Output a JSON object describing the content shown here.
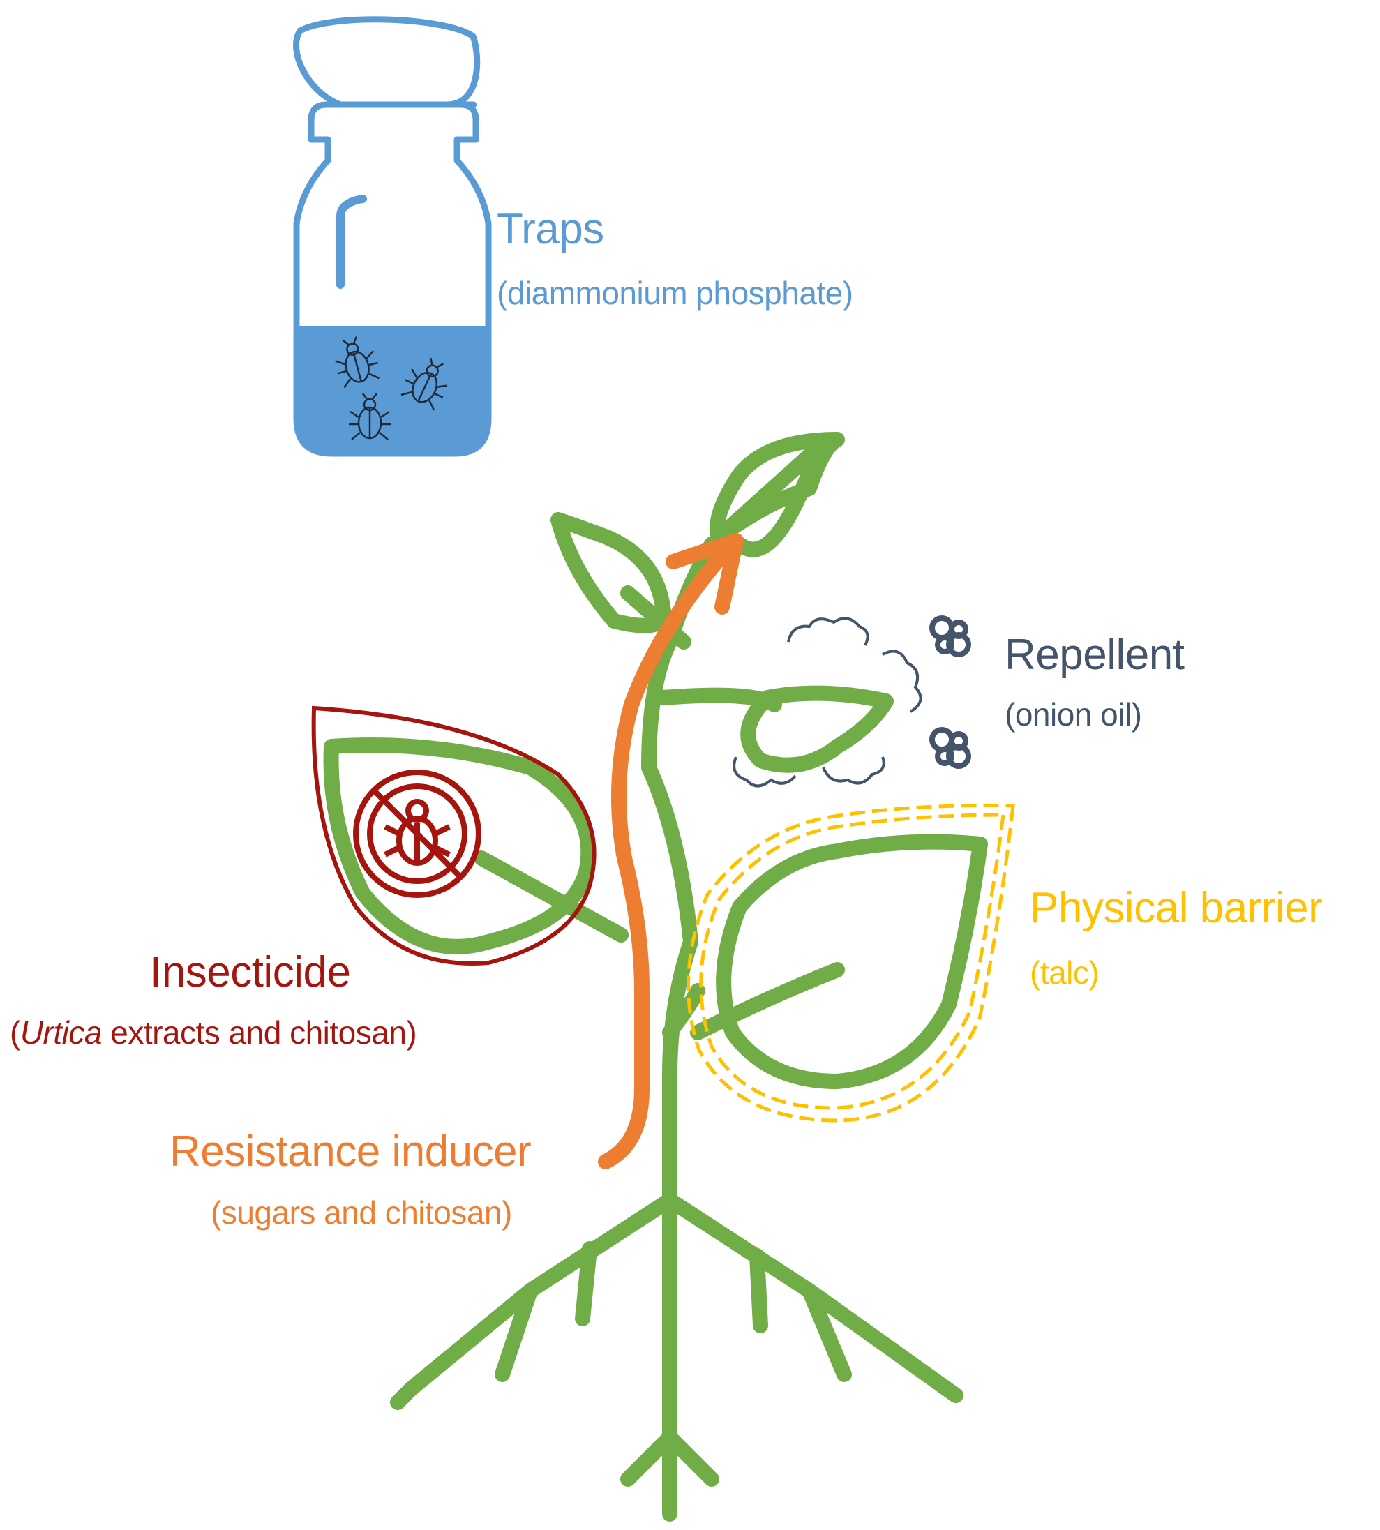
{
  "colors": {
    "plant": "#70ad47",
    "traps": "#5b9bd5",
    "repellent": "#44546a",
    "insecticide": "#a5150e",
    "barrier": "#ffc000",
    "resistance": "#ed7d31"
  },
  "icons": [
    "bottle-icon",
    "beetle-icon",
    "no-bug-icon",
    "plant-icon",
    "fly-icon",
    "cloud-icon",
    "arrow-icon"
  ],
  "labels": {
    "traps": {
      "title": "Traps",
      "subtitle": "(diammonium phosphate)"
    },
    "repellent": {
      "title": "Repellent",
      "subtitle": "(onion oil)"
    },
    "insecticide": {
      "title": "Insecticide",
      "sub_open": "(",
      "sub_italic": "Urtica",
      "sub_rest": " extracts and chitosan)"
    },
    "barrier": {
      "title": "Physical barrier",
      "subtitle": "(talc)"
    },
    "resistance": {
      "title": "Resistance inducer",
      "subtitle": "(sugars and chitosan)"
    }
  }
}
